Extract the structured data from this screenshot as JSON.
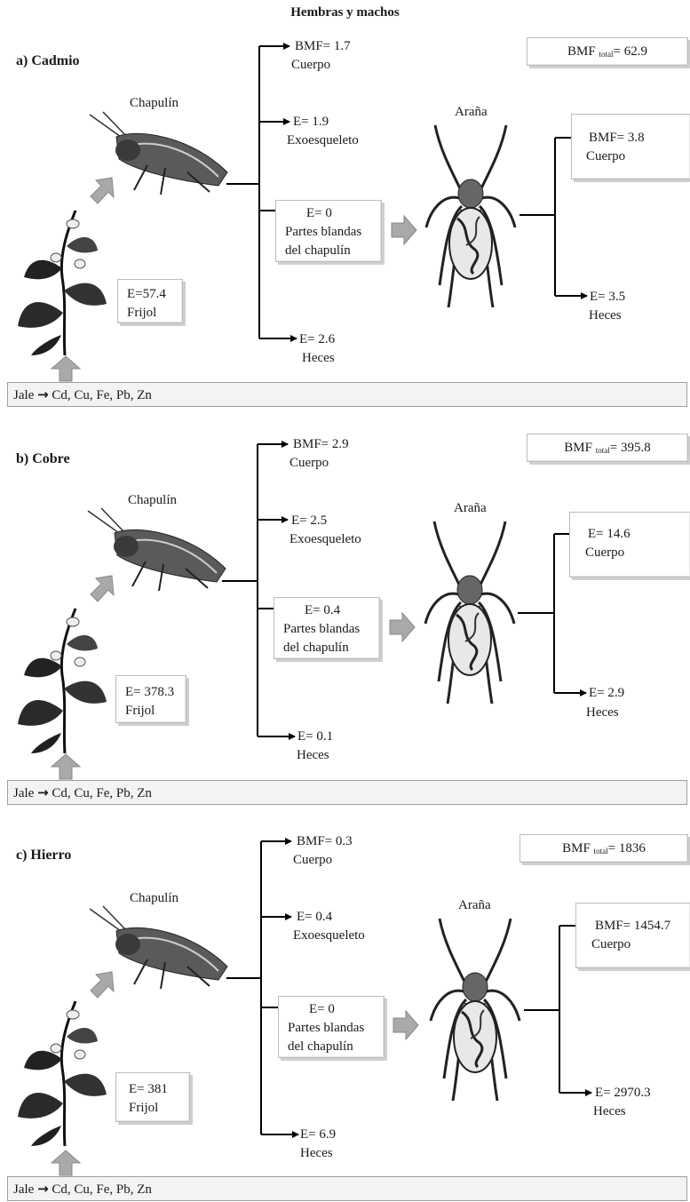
{
  "title": "Hembras y machos",
  "labels": {
    "chapulin": "Chapulín",
    "arana": "Araña",
    "frijol": "Frijol",
    "cuerpo": "Cuerpo",
    "exoesqueleto": "Exoesqueleto",
    "partes_line1": "Partes blandas",
    "partes_line2": "del chapulín",
    "heces": "Heces",
    "bmf_total_prefix": "BMF",
    "bmf_total_sub": "total",
    "jale_prefix": "Jale",
    "jale_metals": "Cd, Cu, Fe, Pb, Zn"
  },
  "panels": [
    {
      "heading": "a) Cadmio",
      "bmf_total": "= 62.9",
      "frijol_value": "E=57.4",
      "chapulin_cuerpo": "BMF= 1.7",
      "chapulin_exo": "E= 1.9",
      "chapulin_partes": "E= 0",
      "chapulin_heces": "E= 2.6",
      "arana_cuerpo": "BMF= 3.8",
      "arana_heces": "E= 3.5"
    },
    {
      "heading": "b) Cobre",
      "bmf_total": "= 395.8",
      "frijol_value": "E= 378.3",
      "chapulin_cuerpo": "BMF= 2.9",
      "chapulin_exo": "E= 2.5",
      "chapulin_partes": "E= 0.4",
      "chapulin_heces": "E= 0.1",
      "arana_cuerpo": "E= 14.6",
      "arana_heces": "E= 2.9"
    },
    {
      "heading": "c) Hierro",
      "bmf_total": "= 1836",
      "frijol_value": "E= 381",
      "chapulin_cuerpo": "BMF= 0.3",
      "chapulin_exo": "E= 0.4",
      "chapulin_partes": "E= 0",
      "chapulin_heces": "E= 6.9",
      "arana_cuerpo": "BMF= 1454.7",
      "arana_heces": "E= 2970.3"
    }
  ],
  "colors": {
    "arrow_fill": "#a9a9a9",
    "line": "#000000",
    "box_border": "#bdbdbd"
  },
  "icons": [
    "bean-plant-icon",
    "grasshopper-icon",
    "spider-icon",
    "up-arrow-icon",
    "right-arrow-icon"
  ]
}
